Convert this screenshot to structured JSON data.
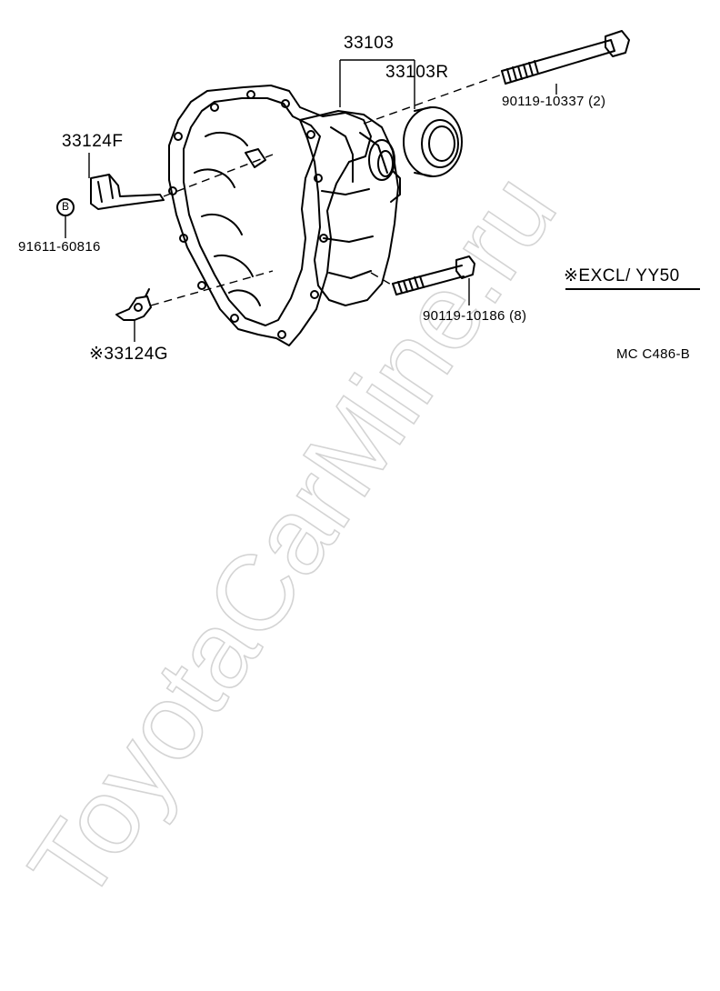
{
  "labels": {
    "part_33103": "33103",
    "part_33103R": "33103R",
    "part_33124F": "33124F",
    "bolt_long": "90119-10337 (2)",
    "bolt_short": "90119-10186 (8)",
    "bracket_bolt": "91611-60816",
    "circle_b": "B",
    "part_33124G": "※33124G",
    "excl_note": "※EXCL/ YY50",
    "diagram_code": "MC  C486-B"
  },
  "watermark": "ToyotaCarMine.ru",
  "colors": {
    "line": "#000000",
    "watermark": "#d9d9d9"
  }
}
